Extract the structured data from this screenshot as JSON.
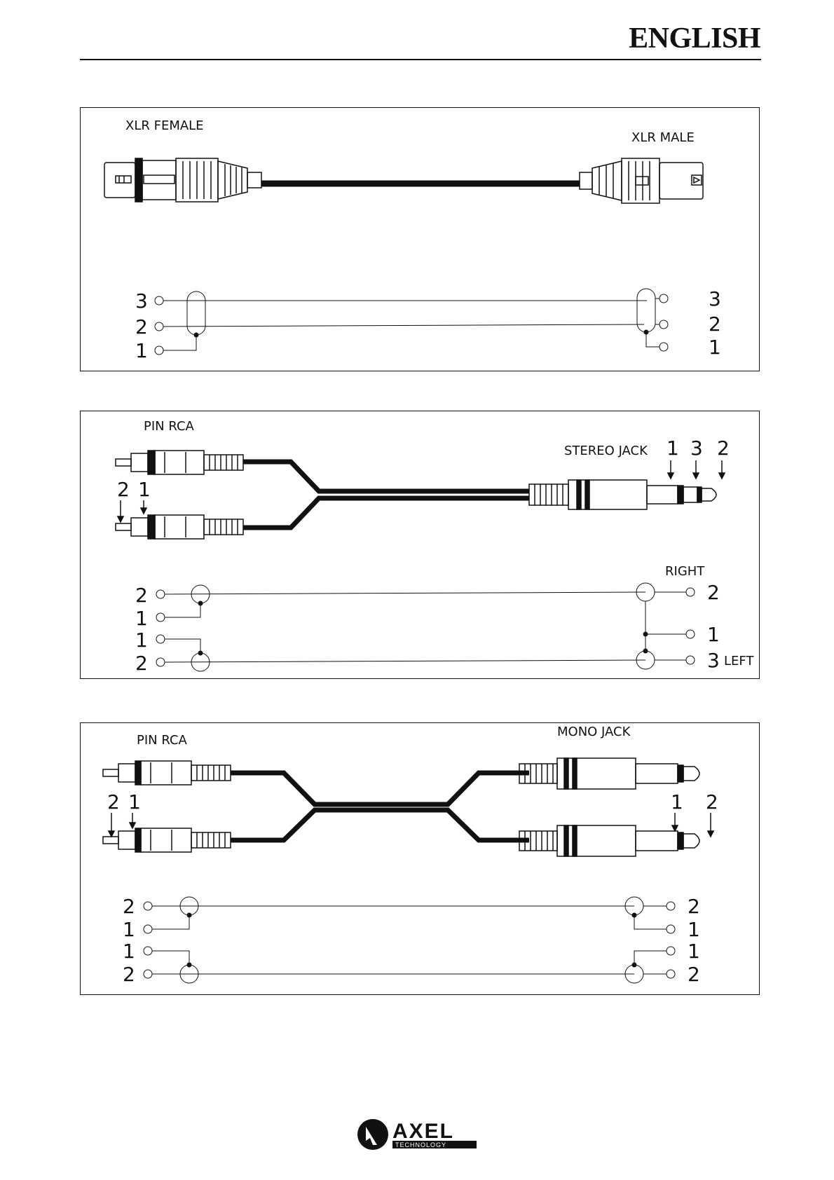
{
  "header": {
    "title": "ENGLISH"
  },
  "panel1": {
    "left_label": "XLR FEMALE",
    "right_label": "XLR  MALE",
    "left_pins": [
      "3",
      "2",
      "1"
    ],
    "right_pins": [
      "3",
      "2",
      "1"
    ]
  },
  "panel2": {
    "left_label": "PIN RCA",
    "right_label": "STEREO JACK",
    "jack_pins": [
      "1",
      "3",
      "2"
    ],
    "rca_pins": [
      "2",
      "1"
    ],
    "right_channel_label": "RIGHT",
    "left_channel_label": "LEFT",
    "left_pins": [
      "2",
      "1",
      "1",
      "2"
    ],
    "right_pins": [
      "2",
      "1",
      "3"
    ]
  },
  "panel3": {
    "left_label": "PIN RCA",
    "right_label": "MONO JACK",
    "rca_pins": [
      "2",
      "1"
    ],
    "jack_pins": [
      "1",
      "2"
    ],
    "left_pins": [
      "2",
      "1",
      "1",
      "2"
    ],
    "right_pins": [
      "2",
      "1",
      "1",
      "2"
    ]
  },
  "footer": {
    "logo_word": "AXEL",
    "logo_subword": "TECHNOLOGY"
  },
  "colors": {
    "ink": "#111111",
    "paper": "#ffffff"
  }
}
